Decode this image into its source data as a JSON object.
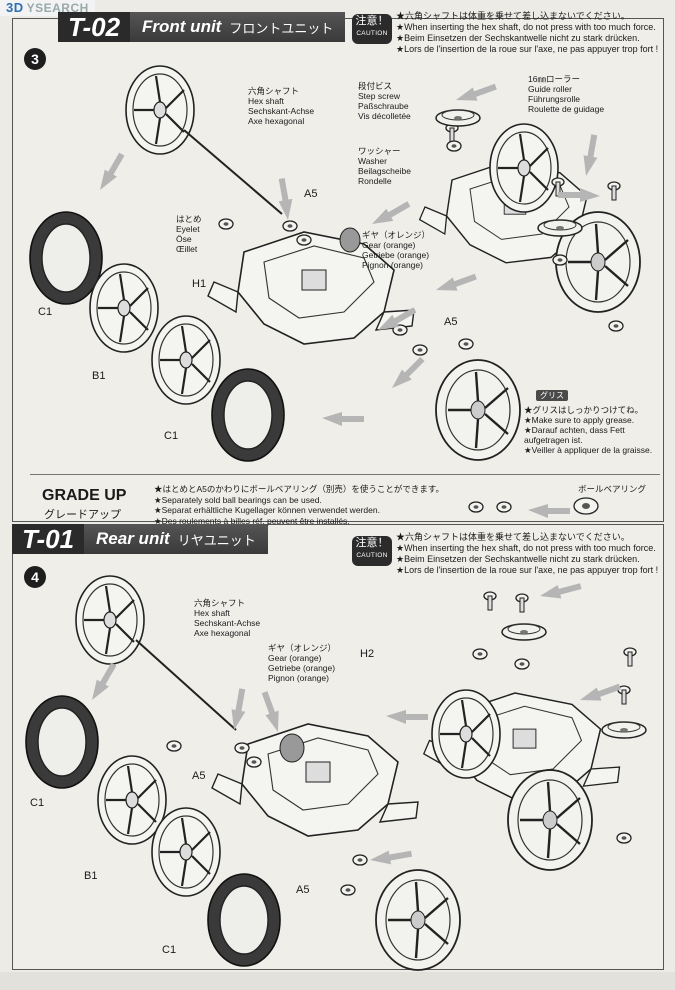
{
  "watermark": {
    "brand": "3D",
    "text": "YSEARCH"
  },
  "caution": {
    "jp": "注意！",
    "en": "CAUTION"
  },
  "front": {
    "code": "T-02",
    "title_en": "Front unit",
    "title_jp": "フロントユニット",
    "step": "3",
    "caution_notes": [
      "★六角シャフトは体重を乗せて差し込まないでください。",
      "★When inserting the hex shaft, do not press with too much force.",
      "★Beim Einsetzen der Sechskantwelle nicht zu stark drücken.",
      "★Lors de l'insertion de la roue sur l'axe, ne pas appuyer trop fort !"
    ],
    "labels": {
      "hex_shaft": [
        "六角シャフト",
        "Hex shaft",
        "Sechskant-Achse",
        "Axe hexagonal"
      ],
      "step_screw": [
        "段付ビス",
        "Step screw",
        "Paßschraube",
        "Vis décolletée"
      ],
      "guide_roller": [
        "16㎜ローラー",
        "Guide roller",
        "Führungsrolle",
        "Roulette de guidage"
      ],
      "washer": [
        "ワッシャー",
        "Washer",
        "Beilagscheibe",
        "Rondelle"
      ],
      "eyelet": [
        "はとめ",
        "Eyelet",
        "Öse",
        "Œillet"
      ],
      "gear": [
        "ギヤ（オレンジ）",
        "Gear (orange)",
        "Getriebe (orange)",
        "Pignon (orange)"
      ],
      "grease": [
        "★グリスはしっかりつけてね。",
        "★Make sure to apply grease.",
        "★Darauf achten, dass Fett",
        "aufgetragen ist.",
        "★Veiller à appliquer de la graisse."
      ],
      "grease_tag": "グリス"
    },
    "parts": {
      "a5": "A5",
      "h1": "H1",
      "c1": "C1",
      "b1": "B1"
    }
  },
  "grade_up": {
    "title": "GRADE UP",
    "title_jp": "グレードアップ",
    "notes": [
      "★はとめとA5のかわりにボールベアリング（別売）を使うことができます。",
      "★Separately sold ball bearings can be used.",
      "★Separat erhältliche Kugellager können verwendet werden.",
      "★Des roulements à billes réf. peuvent être installés."
    ],
    "ball_bearing": "ボールベアリング"
  },
  "rear": {
    "code": "T-01",
    "title_en": "Rear unit",
    "title_jp": "リヤユニット",
    "step": "4",
    "caution_notes": [
      "★六角シャフトは体重を乗せて差し込まないでください。",
      "★When inserting the hex shaft, do not press with too much force.",
      "★Beim Einsetzen der Sechskantwelle nicht zu stark drücken.",
      "★Lors de l'insertion de la roue sur l'axe, ne pas appuyer trop fort !"
    ],
    "labels": {
      "hex_shaft": [
        "六角シャフト",
        "Hex shaft",
        "Sechskant-Achse",
        "Axe hexagonal"
      ],
      "gear": [
        "ギヤ（オレンジ）",
        "Gear (orange)",
        "Getriebe (orange)",
        "Pignon (orange)"
      ]
    },
    "parts": {
      "a5": "A5",
      "h2": "H2",
      "c1": "C1",
      "b1": "B1"
    }
  }
}
